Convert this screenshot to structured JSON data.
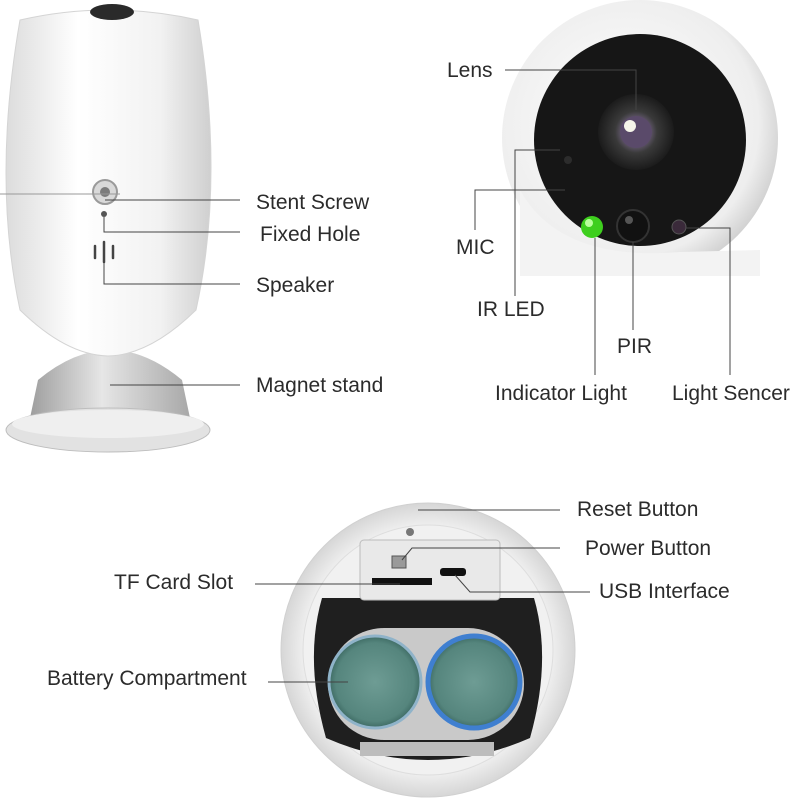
{
  "front_view": {
    "labels": {
      "stent_screw": "Stent Screw",
      "fixed_hole": "Fixed Hole",
      "speaker": "Speaker",
      "magnet_stand": "Magnet stand"
    }
  },
  "lens_view": {
    "labels": {
      "lens": "Lens",
      "mic": "MIC",
      "ir_led": "IR LED",
      "pir": "PIR",
      "indicator_light": "Indicator Light",
      "light_sencer": "Light Sencer"
    }
  },
  "back_view": {
    "labels": {
      "reset_button": "Reset Button",
      "power_button": "Power Button",
      "usb_interface": "USB Interface",
      "tf_card_slot": "TF Card Slot",
      "battery_compartment": "Battery Compartment"
    }
  },
  "colors": {
    "body_white": "#f4f4f4",
    "stand_grey": "#cfcfcf",
    "lens_dark": "#151515",
    "indicator_green": "#3ecf1e",
    "battery_teal": "#5f8f87",
    "battery_blue_ring": "#3f7fd0",
    "leader_line": "#444444"
  }
}
